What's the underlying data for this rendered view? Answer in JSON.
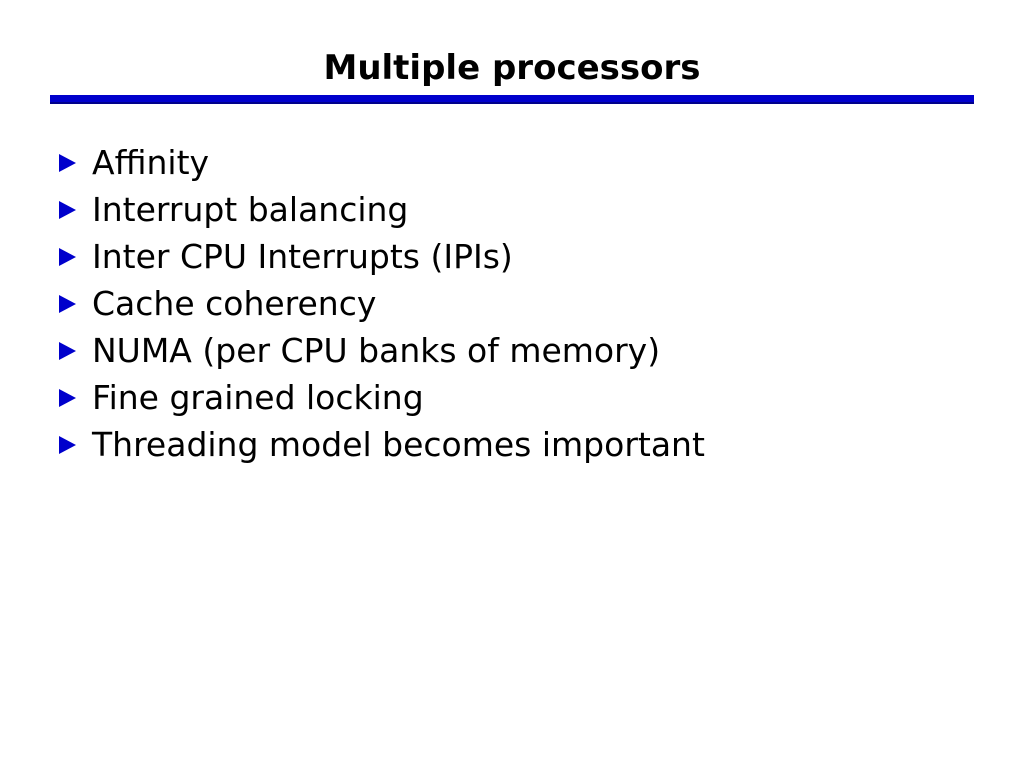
{
  "slide": {
    "title": "Multiple processors",
    "accent_color": "#0000cc",
    "text_color": "#000000",
    "background_color": "#ffffff",
    "bullet_icon": "triangle-right-icon",
    "bullets": [
      {
        "label": "Affinity"
      },
      {
        "label": "Interrupt balancing"
      },
      {
        "label": "Inter CPU Interrupts (IPIs)"
      },
      {
        "label": "Cache coherency"
      },
      {
        "label": "NUMA (per CPU banks of memory)"
      },
      {
        "label": "Fine grained locking"
      },
      {
        "label": "Threading model becomes important"
      }
    ]
  }
}
